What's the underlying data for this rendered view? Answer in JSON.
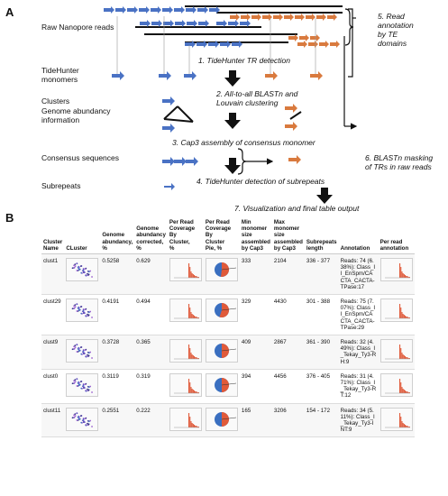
{
  "panel_a": {
    "letter": "A",
    "labels": {
      "raw_reads": "Raw Nanopore reads",
      "tidehunter_monomers": "TideHunter\nmonomers",
      "clusters": "Clusters",
      "genome_abundancy": "Genome abundancy\ninformation",
      "consensus": "Consensus sequences",
      "subrepeats": "Subrepeats"
    },
    "steps": {
      "s1": "1. TideHunter TR detection",
      "s2": "2. All-to-all BLASTn and\nLouvain clustering",
      "s3": "3. Cap3 assembly of consensus monomer",
      "s4": "4. TideHunter detection of subrepeats",
      "s5": "5. Read\nannotation\nby TE\ndomains",
      "s6": "6. BLASTn masking\nof TRs in raw reads",
      "s7": "7. Visualization and final table output"
    },
    "colors": {
      "blue": "#4a72c4",
      "orange": "#d97a3e",
      "black": "#111111"
    }
  },
  "panel_b": {
    "letter": "B",
    "columns": [
      "Cluster\nName",
      "CLuster",
      "Genome\nabundancy,\n%",
      "Genome\nabundancy\ncorrected,\n%",
      "Per Read\nCoverage\nBy\nCluster,\n%",
      "Per Read\nCoverage\nBy\nCluster\nPie, %",
      "Min\nmonomer\nsize\nassembled\nby Cap3",
      "Max\nmonomer\nsize\nassembled\nby Cap3",
      "Subrepeats\nlength",
      "Annotation",
      "Per read\nannotation"
    ],
    "rows": [
      {
        "name": "clust1",
        "abund": "0.5258",
        "abund_corr": "0.629",
        "min": "333",
        "max": "2104",
        "sub": "336 - 377",
        "annotation": "Reads: 74 (6.38%): Class_II_EnSpm/CACTA_CACTA-TPase:17",
        "pie_red": 0.52
      },
      {
        "name": "clust29",
        "abund": "0.4191",
        "abund_corr": "0.494",
        "min": "329",
        "max": "4430",
        "sub": "301 - 388",
        "annotation": "Reads: 75 (7.07%): Class_II_EnSpm/CACTA_CACTA-TPase:29",
        "pie_red": 0.55
      },
      {
        "name": "clust9",
        "abund": "0.3728",
        "abund_corr": "0.365",
        "min": "409",
        "max": "2867",
        "sub": "361 - 390",
        "annotation": "Reads: 32 (4.49%): Class_I_Tekay_Ty3-RH:9",
        "pie_red": 0.5
      },
      {
        "name": "clust0",
        "abund": "0.3119",
        "abund_corr": "0.319",
        "min": "394",
        "max": "4456",
        "sub": "376 - 405",
        "annotation": "Reads: 31 (4.71%): Class_I_Tekay_Ty3-RT:12",
        "pie_red": 0.5
      },
      {
        "name": "clust11",
        "abund": "0.2551",
        "abund_corr": "0.222",
        "min": "165",
        "max": "3206",
        "sub": "154 - 172",
        "annotation": "Reads: 34 (5.11%): Class_I_Tekay_Ty3-INT:9",
        "pie_red": 0.5
      }
    ]
  }
}
